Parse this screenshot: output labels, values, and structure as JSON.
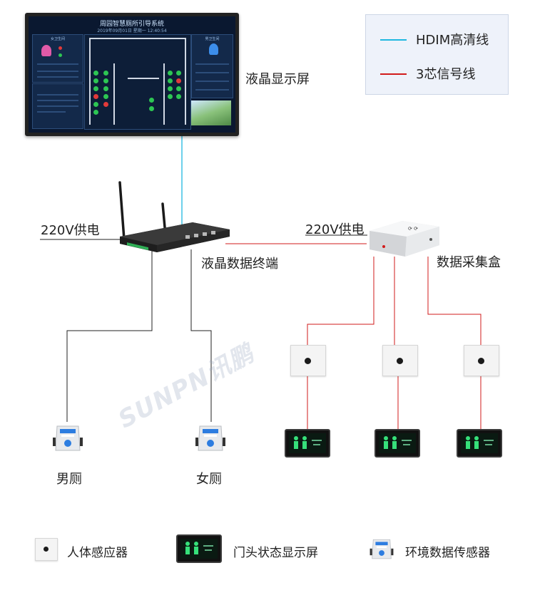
{
  "legend": {
    "items": [
      {
        "label": "HDIM高清线",
        "color": "#1fb8e0"
      },
      {
        "label": "3芯信号线",
        "color": "#d21b1b"
      }
    ]
  },
  "lcd_display": {
    "label": "液晶显示屏",
    "screen_title": "周园智慧厕所引导系统",
    "screen_subtitle": "2019年09月01日   星期一   12:40:54",
    "left_panel_title": "女卫生间",
    "right_panel_title": "男卫生间"
  },
  "terminal": {
    "label": "液晶数据终端",
    "power_label": "220V供电"
  },
  "collector": {
    "label": "数据采集盒",
    "power_label": "220V供电"
  },
  "env_sensors": [
    {
      "label": "男厕"
    },
    {
      "label": "女厕"
    }
  ],
  "watermark": "SUNPN讯鹏",
  "key": {
    "human_sensor": "人体感应器",
    "door_display": "门头状态显示屏",
    "env_sensor": "环境数据传感器"
  },
  "colors": {
    "hdmi_wire": "#1fb8e0",
    "signal_wire": "#d21b1b",
    "black_wire": "#222222",
    "legend_bg": "#eef2fa"
  }
}
